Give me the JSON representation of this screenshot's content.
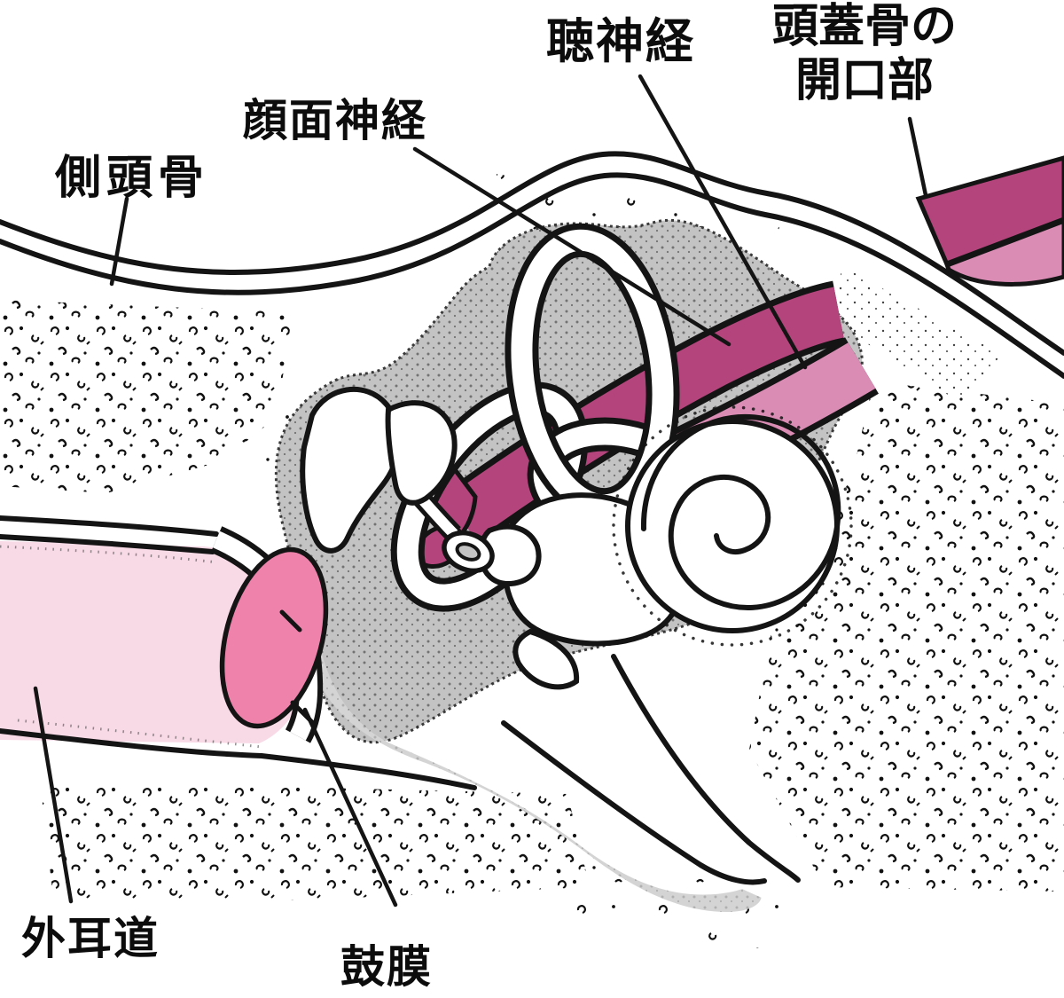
{
  "diagram": {
    "labels": {
      "temporal_bone": "側頭骨",
      "facial_nerve": "顔面神経",
      "auditory_nerve": "聴神経",
      "skull_opening_line1": "頭蓋骨の",
      "skull_opening_line2": "開口部",
      "ear_canal": "外耳道",
      "eardrum": "鼓膜"
    },
    "colors": {
      "background": "#ffffff",
      "ink": "#141414",
      "nerve_dark": "#b4457c",
      "nerve_light": "#db8cb5",
      "eardrum_pink": "#ee82ab",
      "canal_pink": "#f8d9e6",
      "bone_gray": "#c4c3c3",
      "cavity_gray": "#d5d4d4"
    }
  }
}
